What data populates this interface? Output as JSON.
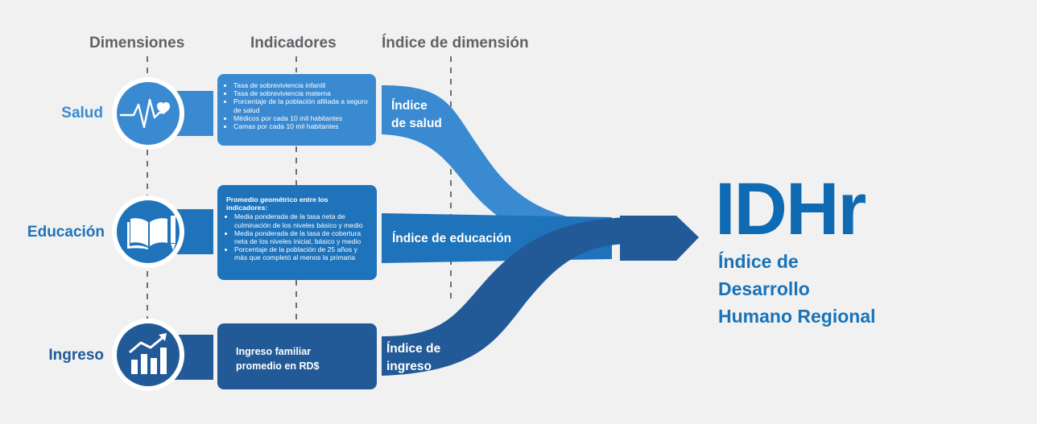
{
  "headers": {
    "dimensions": "Dimensiones",
    "indicators": "Indicadores",
    "dimension_index": "Índice de dimensión"
  },
  "dimensions": [
    {
      "label": "Salud",
      "icon": "heartbeat-icon",
      "color": "#3a8ad1",
      "indicators": [
        "Tasa de sobreviviencia infantil",
        "Tasa de sobreviviencia materna",
        "Porcentaje de la población afiliada a seguro de salud",
        "Médicos por cada 10 mil habitantes",
        "Camas por cada 10 mil habitantes"
      ],
      "index_label": [
        "Índice",
        "de salud"
      ]
    },
    {
      "label": "Educación",
      "icon": "book-pencil-icon",
      "color": "#1e73bb",
      "indicator_heading": "Promedio geométrico entre los indicadores:",
      "indicators": [
        "Media ponderada de la tasa neta de culminación de los niveles básico y medio",
        "Media ponderada de la tasa de cobertura neta de los niveles inicial, básico y medio",
        "Porcentaje de la población de 25 años y más que completó al menos la primaria"
      ],
      "index_label": [
        "Índice de educación"
      ]
    },
    {
      "label": "Ingreso",
      "icon": "growth-chart-icon",
      "color": "#225a98",
      "indicators": [
        "Ingreso familiar",
        "promedio en RD$"
      ],
      "index_label": [
        "Índice de",
        "ingreso"
      ]
    }
  ],
  "result": {
    "title": "IDHr",
    "subtitle": [
      "Índice de",
      "Desarrollo",
      "Humano Regional"
    ],
    "color": "#0e6bb3"
  }
}
